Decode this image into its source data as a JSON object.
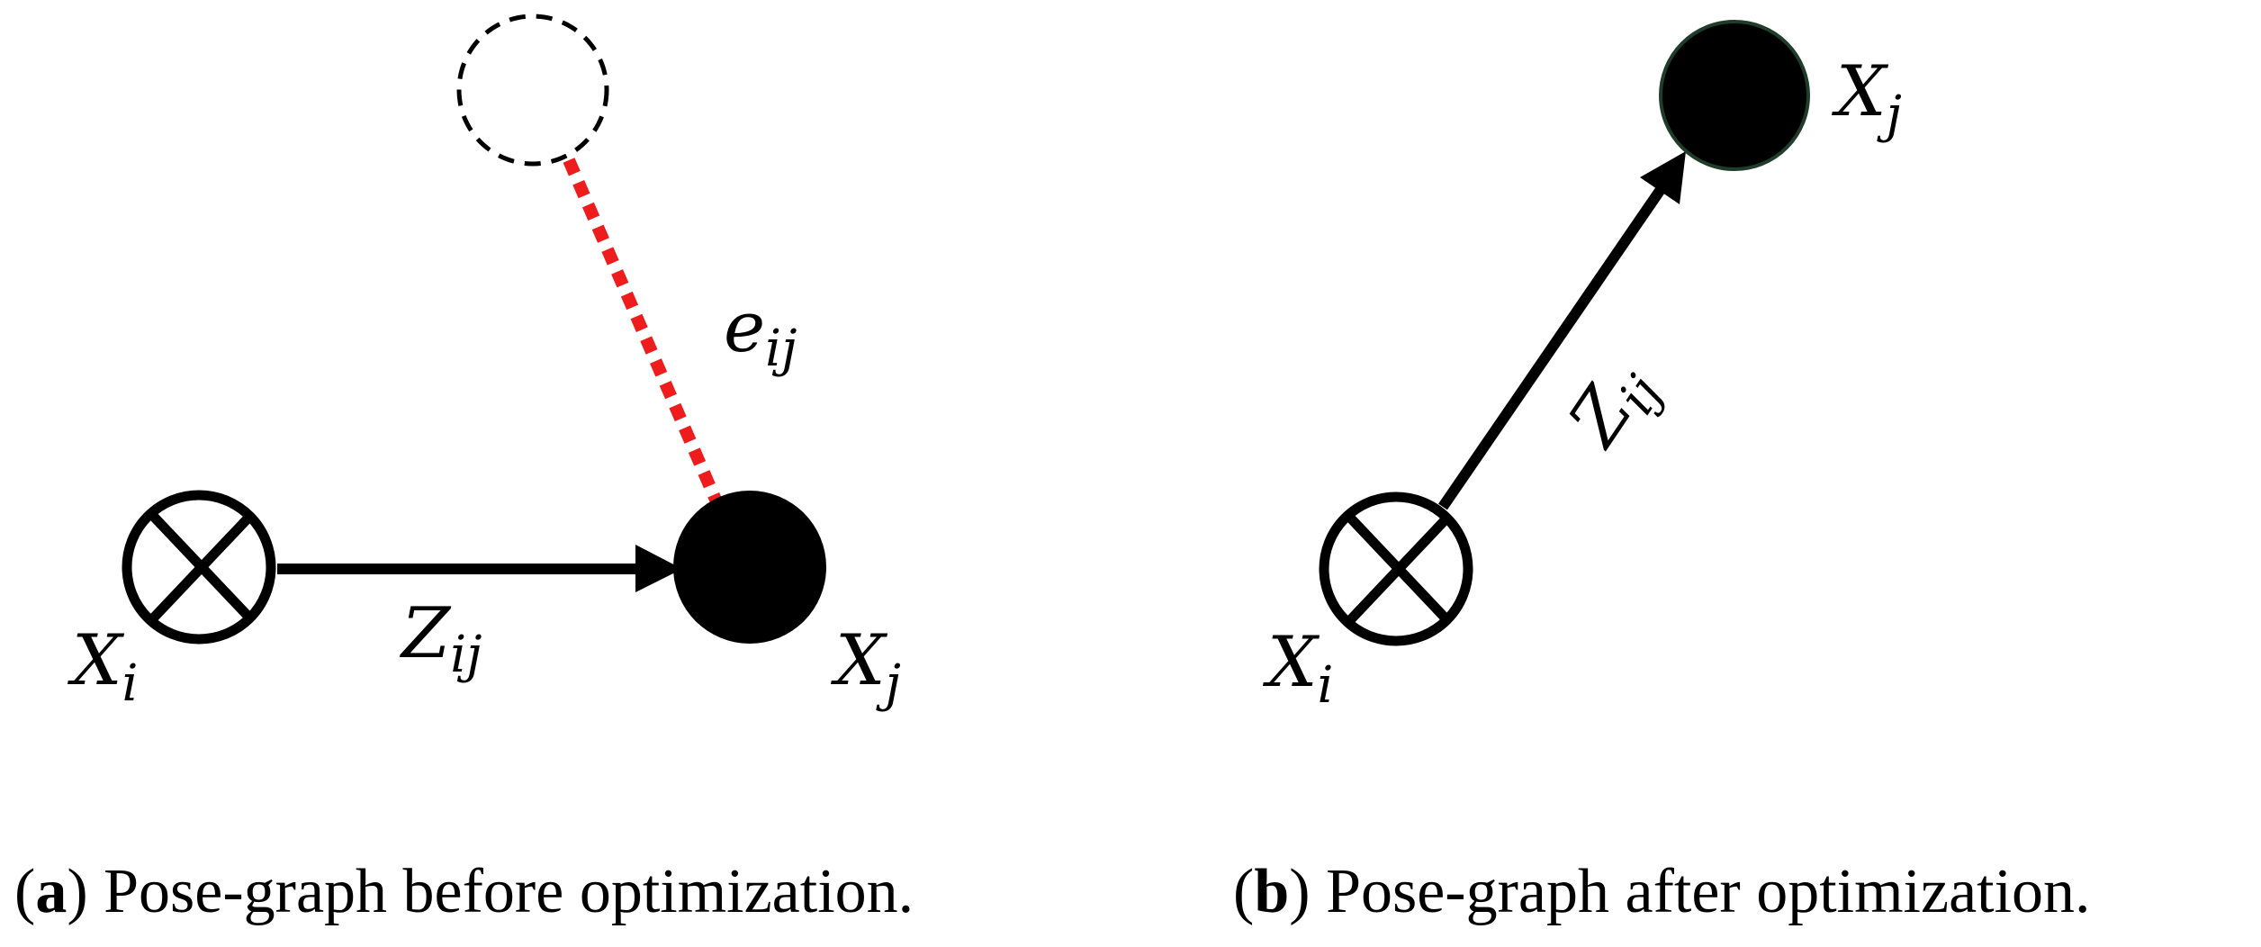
{
  "panel_a": {
    "node_i": {
      "main": "X",
      "sub": "i"
    },
    "node_j": {
      "main": "X",
      "sub": "j"
    },
    "edge": {
      "main": "Z",
      "sub": "ij"
    },
    "error": {
      "main": "e",
      "sub": "ij"
    },
    "caption": {
      "letter": "a",
      "text": "Pose-graph before optimization."
    }
  },
  "panel_b": {
    "node_i": {
      "main": "X",
      "sub": "i"
    },
    "node_j": {
      "main": "X",
      "sub": "j"
    },
    "edge": {
      "main": "Z",
      "sub": "ij"
    },
    "caption": {
      "letter": "b",
      "text": "Pose-graph after optimization."
    }
  },
  "colors": {
    "error_line": "#ee1c1c",
    "node": "#000000",
    "node_b_outline": "#1f3d2a"
  }
}
